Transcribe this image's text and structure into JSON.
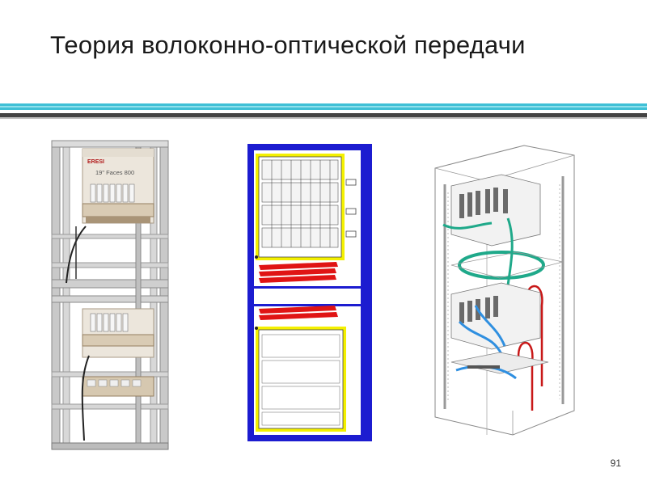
{
  "slide": {
    "title": "Теория волоконно-оптической передачи",
    "page_number": "91"
  },
  "rack_photo": {
    "brand": "ERESI",
    "label": "19\" Faces 800"
  },
  "colors": {
    "accent_cyan": "#3fc0d6",
    "accent_dark": "#444444",
    "diagram_blue": "#1c1cd0",
    "diagram_yellow": "#f4f000",
    "diagram_red": "#e01414",
    "cable_green": "#1fa98a",
    "cable_blue": "#2f8fe0",
    "cable_red": "#c81818"
  }
}
